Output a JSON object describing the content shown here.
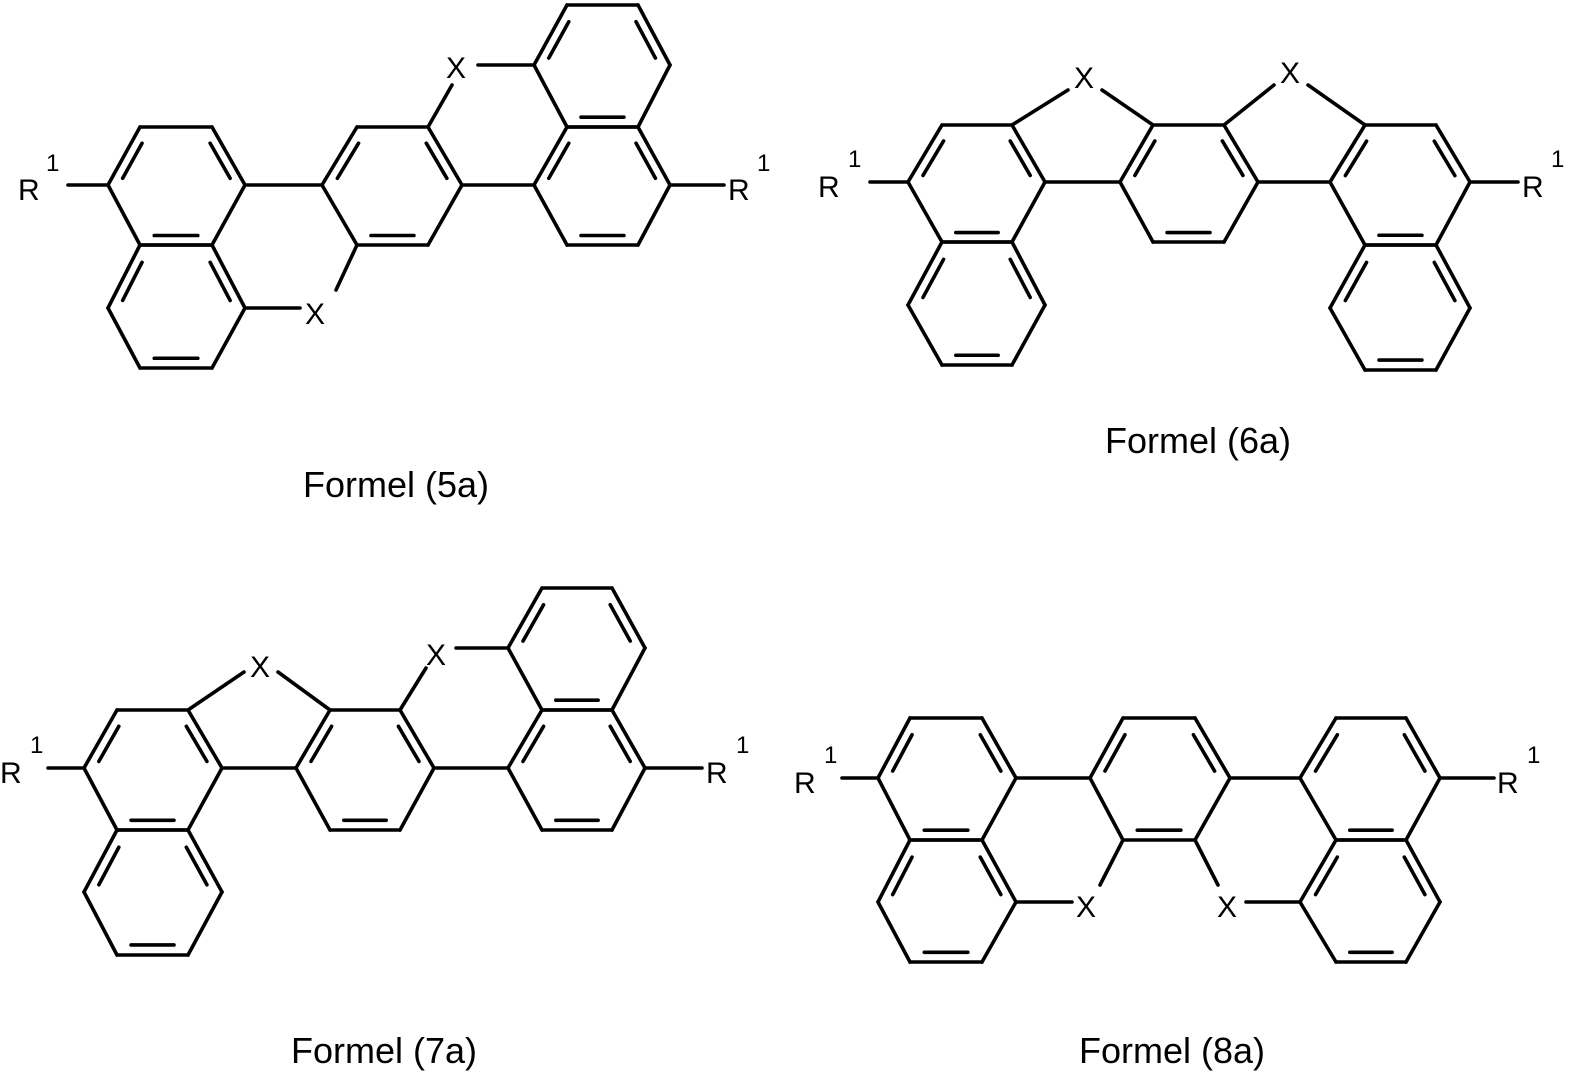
{
  "colors": {
    "ink": "#000000",
    "paper": "#ffffff"
  },
  "structures": [
    {
      "id": "5a",
      "caption": "Formel (5a)",
      "labels": {
        "substituent": "R",
        "superscript": "1",
        "bridge": "X"
      }
    },
    {
      "id": "6a",
      "caption": "Formel (6a)",
      "labels": {
        "substituent": "R",
        "superscript": "1",
        "bridge": "X"
      }
    },
    {
      "id": "7a",
      "caption": "Formel (7a)",
      "labels": {
        "substituent": "R",
        "superscript": "1",
        "bridge": "X"
      }
    },
    {
      "id": "8a",
      "caption": "Formel (8a)",
      "labels": {
        "substituent": "R",
        "superscript": "1",
        "bridge": "X"
      }
    }
  ]
}
